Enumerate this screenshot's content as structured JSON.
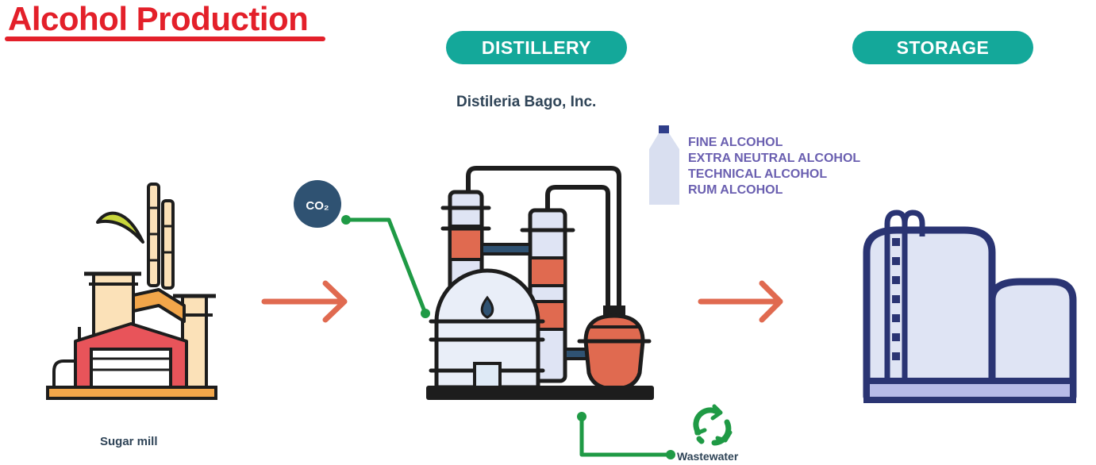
{
  "title": "Alcohol Production",
  "stages": {
    "distillery": "DISTILLERY",
    "storage": "STORAGE"
  },
  "company": "Distileria Bago, Inc.",
  "products": [
    "FINE ALCOHOL",
    "EXTRA NEUTRAL ALCOHOL",
    "TECHNICAL ALCOHOL",
    "RUM ALCOHOL"
  ],
  "sugar_mill_label": "Sugar mill",
  "co2_label": "CO₂",
  "wastewater_label": "Wastewater",
  "icons": [
    "sugar-mill-icon",
    "distillery-icon",
    "storage-tank-icon",
    "bottle-icon",
    "recycle-icon",
    "arrow-right-icon"
  ],
  "colors": {
    "title": "#e3202a",
    "pill": "#14a89a",
    "arrow": "#e06a50",
    "pipe_green": "#1f9a45",
    "co2_circle": "#2f5272",
    "product_text": "#6a5fb0"
  }
}
